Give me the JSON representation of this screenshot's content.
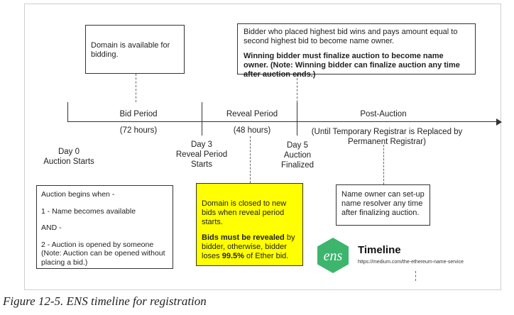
{
  "boxes": {
    "domain_available": "Domain is available for bidding.",
    "winner_line1": "Bidder who placed highest bid wins and pays amount equal to second highest bid to become name owner.",
    "winner_line2": "Winning bidder must finalize auction to become name owner. (Note: Winning bidder can finalize auction any time after auction ends.)",
    "auction_begins": {
      "l1": "Auction begins when -",
      "l2": "1 - Name becomes available",
      "l3": "AND -",
      "l4": "2 - Auction is opened by someone",
      "l5": "(Note: Auction can be opened without placing a bid.)"
    },
    "closed_bids": {
      "l1": "Domain is closed to new bids when reveal period starts.",
      "l2_bold": "Bids must be revealed",
      "l2_rest": " by bidder, otherwise, bidder loses ",
      "l2_pct": "99.5%",
      "l2_end": " of Ether bid."
    },
    "resolver": "Name owner can set-up name resolver any time after finalizing auction."
  },
  "timeline": {
    "bid_period": "Bid Period",
    "bid_hours": "(72 hours)",
    "reveal_period": "Reveal Period",
    "reveal_hours": "(48 hours)",
    "post_auction": "Post-Auction",
    "post_note": "(Until Temporary Registrar is Replaced by Permanent Registrar)",
    "day0": "Day 0",
    "day0_sub": "Auction Starts",
    "day3": "Day 3",
    "day3_sub": "Reveal Period Starts",
    "day5": "Day 5",
    "day5_sub": "Auction Finalized"
  },
  "logo": {
    "mark": "ens",
    "title": "Timeline",
    "url": "https://medium.com/the-ethereum-name-service",
    "color": "#3db56d"
  },
  "caption": "Figure 12-5. ENS timeline for registration"
}
